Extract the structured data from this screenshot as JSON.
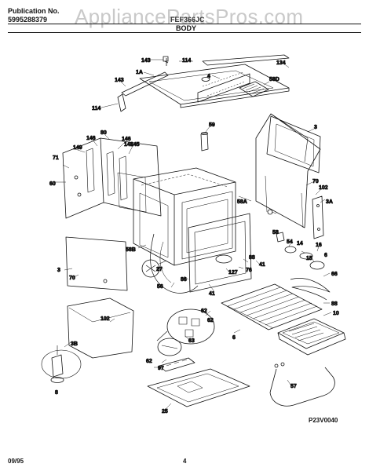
{
  "header": {
    "publication_label": "Publication No.",
    "publication_number": "5995288379",
    "model": "FEF366JC",
    "section": "BODY",
    "watermark": "AppliancePartsPros.com"
  },
  "diagram_code": "P23V0040",
  "footer": {
    "date": "09/95",
    "page": "4"
  },
  "callouts": [
    "143",
    "114",
    "1A",
    "143",
    "4",
    "134",
    "58D",
    "114",
    "59",
    "80",
    "146",
    "146",
    "148",
    "145",
    "3",
    "71",
    "149",
    "60",
    "70",
    "102",
    "58A",
    "3A",
    "58",
    "54",
    "14",
    "16",
    "15",
    "6",
    "58B",
    "88",
    "41",
    "127",
    "76",
    "27",
    "86",
    "56",
    "41",
    "3",
    "70",
    "66",
    "88",
    "10",
    "102",
    "62",
    "62",
    "63",
    "6",
    "3B",
    "8",
    "97",
    "62",
    "57",
    "25"
  ],
  "line_colors": {
    "ink": "#111111",
    "watermark": "#c9c9c9",
    "hatch": "#555555"
  }
}
